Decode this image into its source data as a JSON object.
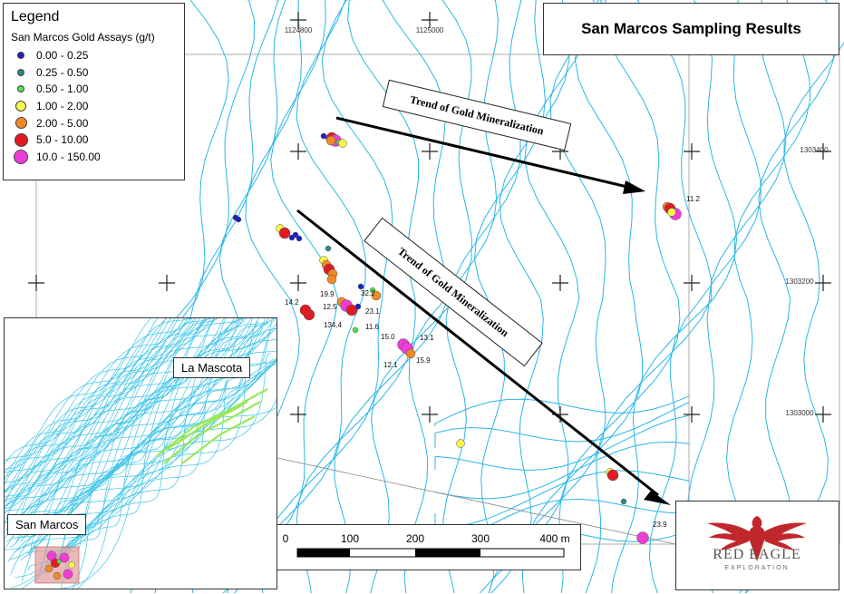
{
  "map": {
    "title": "San Marcos Sampling Results",
    "legend": {
      "title": "Legend",
      "subtitle": "San Marcos Gold Assays (g/t)",
      "items": [
        {
          "label": "0.00 - 0.25",
          "color": "#1c1fbf"
        },
        {
          "label": "0.25 - 0.50",
          "color": "#2b8a8a"
        },
        {
          "label": "0.50 - 1.00",
          "color": "#4fe04f"
        },
        {
          "label": "1.00 - 2.00",
          "color": "#f7f74a"
        },
        {
          "label": "2.00 - 5.00",
          "color": "#f08a24"
        },
        {
          "label": "5.0 - 10.00",
          "color": "#e01b24"
        },
        {
          "label": "10.0 - 150.00",
          "color": "#ee3dd6"
        }
      ]
    },
    "grid_labels": {
      "eastings": [
        "1124800",
        "1125000"
      ],
      "northings": [
        "1303400",
        "1303200",
        "1303000"
      ]
    },
    "trend_labels": [
      "Trend of Gold Mineralization",
      "Trend of Gold Mineralization"
    ],
    "assay_labels": [
      "11.2",
      "19.9",
      "32.2",
      "12.5",
      "23.1",
      "14.2",
      "134.4",
      "11.6",
      "15.0",
      "13.1",
      "12.1",
      "15.9",
      "23.9"
    ],
    "scale_bar": {
      "ticks": [
        "0",
        "100",
        "200",
        "300",
        "400 m"
      ]
    },
    "inset": {
      "labels": [
        "La Mascota",
        "San Marcos"
      ]
    },
    "logo": {
      "name": "RED EAGLE",
      "sub": "EXPLORATION",
      "color": "#c0272d"
    }
  }
}
